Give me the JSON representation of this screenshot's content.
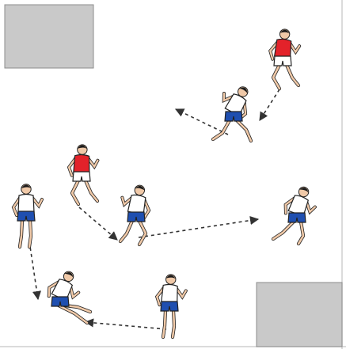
{
  "diagram": {
    "colors": {
      "background": "#ffffff",
      "area_fill": "#c9c9c9",
      "area_stroke": "#8c8c8c",
      "border": "#cfcfcf",
      "movement_line": "#333333",
      "red_team_shirt": "#e3222a",
      "white_team_shirt": "#ffffff",
      "white_team_shorts": "#1f4fb0",
      "red_team_shorts": "#ffffff",
      "skin": "#f0c9a8",
      "hair": "#1a1a1a",
      "outline": "#222222"
    },
    "zones": [
      {
        "id": "zone-top-left",
        "shape": "square"
      },
      {
        "id": "zone-bottom-right",
        "shape": "square"
      }
    ],
    "players": [
      {
        "id": "red-player-top-right",
        "team": "red",
        "pose": "running"
      },
      {
        "id": "red-player-left",
        "team": "red",
        "pose": "running"
      },
      {
        "id": "white-player-top",
        "team": "white",
        "pose": "sprinting"
      },
      {
        "id": "white-player-center",
        "team": "white",
        "pose": "running"
      },
      {
        "id": "white-player-right",
        "team": "white",
        "pose": "lunging"
      },
      {
        "id": "white-player-far-left",
        "team": "white",
        "pose": "standing"
      },
      {
        "id": "white-player-bottom-left",
        "team": "white",
        "pose": "sliding"
      },
      {
        "id": "white-player-bottom-center",
        "team": "white",
        "pose": "standing"
      }
    ],
    "movements": [
      {
        "from": "red-player-top-right",
        "to": "white-player-top",
        "style": "dashed"
      },
      {
        "from": "white-player-top",
        "to": "top-left-direction",
        "style": "dashed"
      },
      {
        "from": "red-player-left",
        "to": "white-player-center",
        "style": "dashed"
      },
      {
        "from": "white-player-center",
        "to": "white-player-right",
        "style": "dashed"
      },
      {
        "from": "white-player-far-left",
        "to": "white-player-bottom-left",
        "style": "dashed"
      },
      {
        "from": "white-player-bottom-center",
        "to": "white-player-bottom-left",
        "style": "dashed"
      }
    ]
  }
}
